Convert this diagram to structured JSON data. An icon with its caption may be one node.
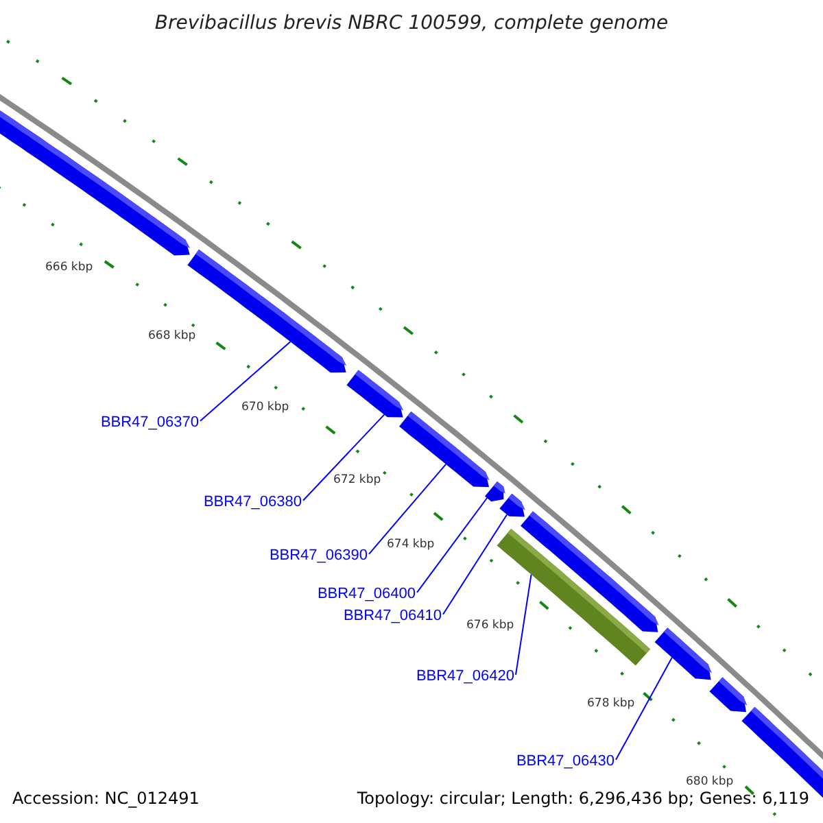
{
  "diagram": {
    "title": "Brevibacillus brevis NBRC 100599, complete genome",
    "nodes": [
      {
        "text": [],
        "shape": "arrow"
      },
      {
        "text": [],
        "shape": "arrow"
      },
      {
        "text": [],
        "shape": "arrow"
      },
      {
        "text": [],
        "shape": "arrow"
      },
      {
        "text": [],
        "shape": "arrow"
      },
      {
        "text": [],
        "shape": "arrow"
      },
      {
        "text": [],
        "shape": "bar"
      },
      {
        "text": [],
        "shape": "arrow"
      },
      {
        "text": [],
        "shape": "arrow"
      },
      {
        "text": [],
        "shape": "arrow"
      },
      {
        "text": [],
        "shape": "arrow"
      },
      {
        "text": [
          "BBR47_06370"
        ]
      },
      {
        "text": [
          "BBR47_06380"
        ]
      },
      {
        "text": [
          "BBR47_06390"
        ]
      },
      {
        "text": [
          "BBR47_06400"
        ]
      },
      {
        "text": [
          "BBR47_06410"
        ]
      },
      {
        "text": [
          "BBR47_06420"
        ]
      },
      {
        "text": [
          "BBR47_06430"
        ]
      }
    ],
    "edges": [
      {
        "from": 11,
        "to": 1,
        "arrow": "none"
      },
      {
        "from": 12,
        "to": 2,
        "arrow": "none"
      },
      {
        "from": 13,
        "to": 3,
        "arrow": "none"
      },
      {
        "from": 14,
        "to": 4,
        "arrow": "none"
      },
      {
        "from": 15,
        "to": 5,
        "arrow": "none"
      },
      {
        "from": 16,
        "to": 6,
        "arrow": "none"
      },
      {
        "from": 17,
        "to": 8,
        "arrow": "none"
      }
    ],
    "labels": [
      "666 kbp",
      "668 kbp",
      "670 kbp",
      "672 kbp",
      "674 kbp",
      "676 kbp",
      "678 kbp",
      "680 kbp",
      "Accession: NC_012491",
      "Topology: circular; Length: 6,296,436 bp; Genes: 6,119"
    ]
  }
}
